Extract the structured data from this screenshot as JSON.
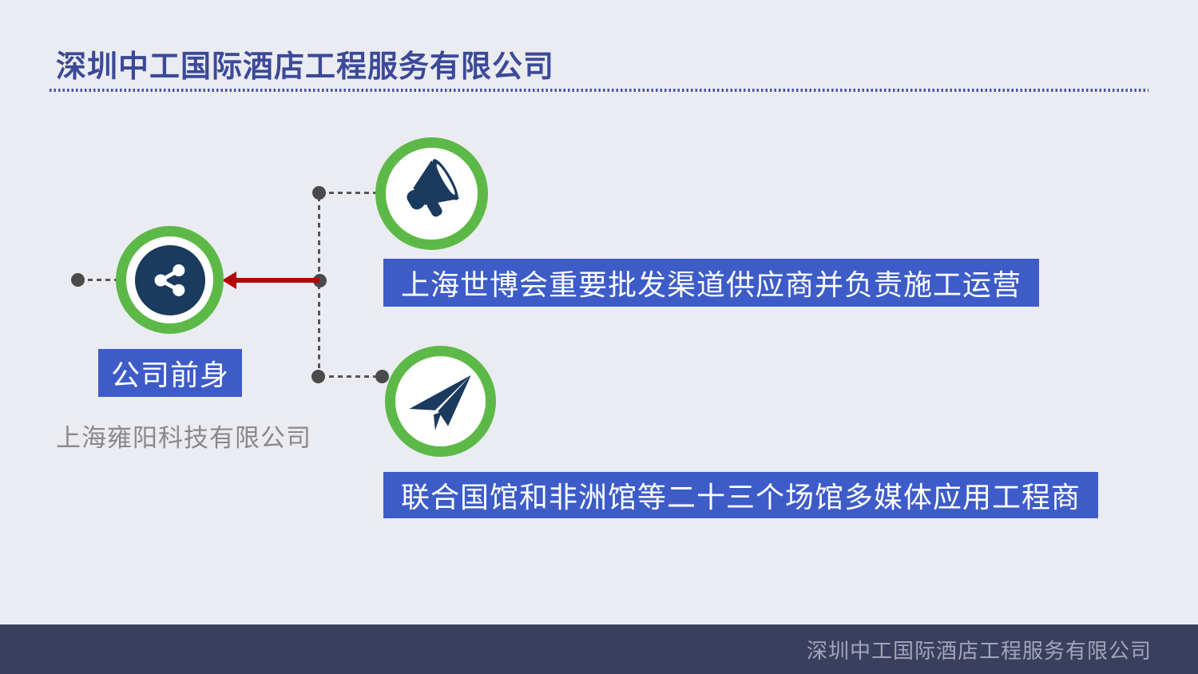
{
  "slide": {
    "title": "深圳中工国际酒店工程服务有限公司",
    "background_color": "#ebecf2",
    "title_color": "#3b4998"
  },
  "diagram": {
    "nodes": [
      {
        "id": "predecessor",
        "icon": "share-icon"
      },
      {
        "id": "expo-supplier",
        "icon": "megaphone-icon"
      },
      {
        "id": "pavilion-contractor",
        "icon": "paper-plane-icon"
      }
    ],
    "predecessor": {
      "label": "公司前身",
      "company": "上海雍阳科技有限公司"
    },
    "banners": [
      {
        "text": "上海世博会重要批发渠道供应商并负责施工运营"
      },
      {
        "text": "联合国馆和非洲馆等二十三个场馆多媒体应用工程商"
      }
    ],
    "colors": {
      "ring_green": "#5db947",
      "icon_navy": "#1a3a5e",
      "banner_blue": "#3d5cc8",
      "arrow_red": "#b20600",
      "connector_gray": "#4a4a4a",
      "company_text_gray": "#898989"
    }
  },
  "footer": {
    "text": "深圳中工国际酒店工程服务有限公司",
    "background_color": "#3a3f5e",
    "text_color": "#a2a5ba"
  }
}
